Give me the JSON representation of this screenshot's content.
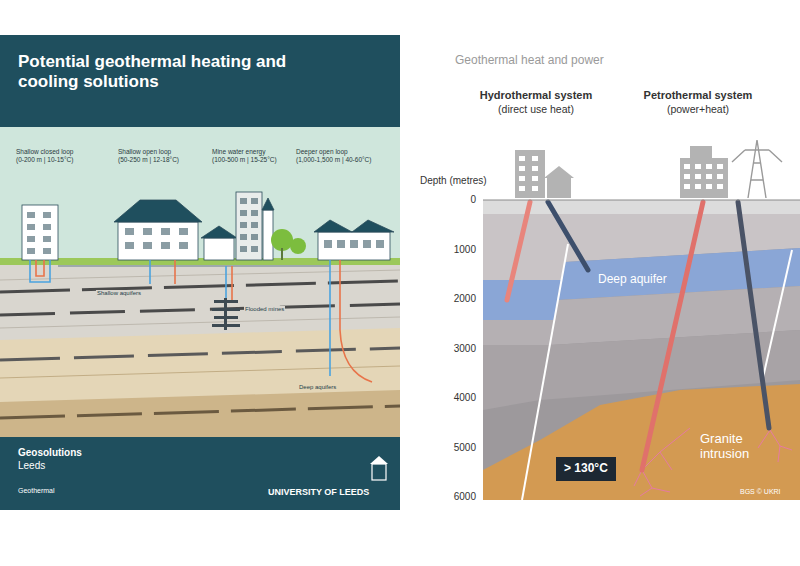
{
  "diagram": {
    "title": "Potential geothermal heating and cooling solutions",
    "nodes": [
      {
        "text": [
          "> 130°C"
        ]
      }
    ],
    "labels": [
      "Shallow closed loop",
      "(0-200 m | 10-15°C)",
      "Shallow open loop",
      "(50-250 m | 12-18°C)",
      "Mine water energy",
      "(100-500 m | 15-25°C)",
      "Deeper open loop",
      "(1,000-1,500 m | 40-60°C)",
      "Shallow aquifers",
      "Flooded mines",
      "Deep aquifers",
      "Geosolutions",
      "Leeds",
      "Geothermal",
      "UNIVERSITY OF LEEDS",
      "Geothermal heat and power",
      "Hydrothermal system",
      "(direct use heat)",
      "Petrothermal system",
      "(power+heat)",
      "Depth (metres)",
      "0",
      "1000",
      "2000",
      "3000",
      "4000",
      "5000",
      "6000",
      "Deep aquifer",
      "Granite intrusion",
      "BGS © UKRI"
    ]
  }
}
